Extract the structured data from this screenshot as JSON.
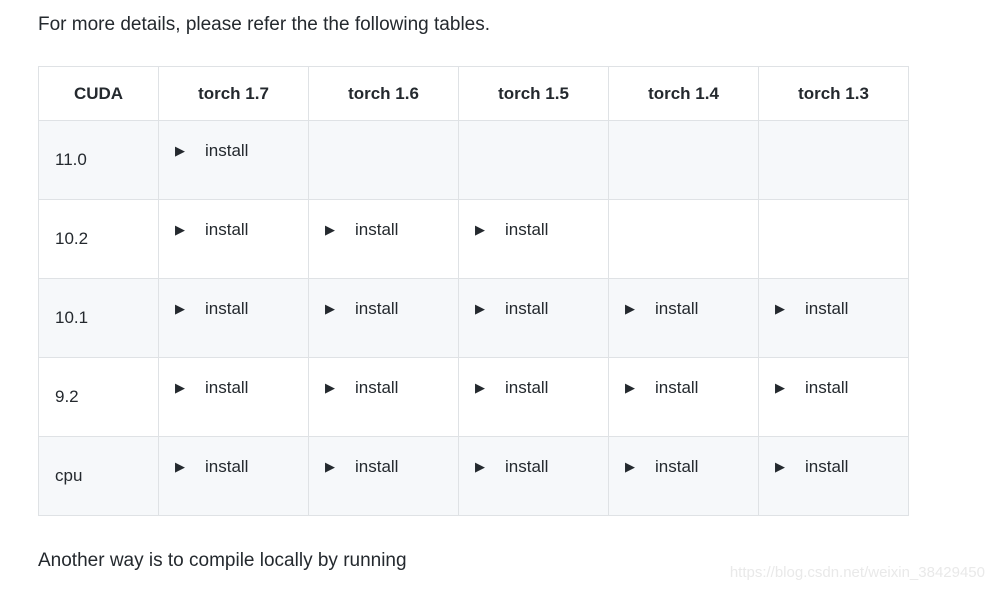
{
  "intro_text": "For more details, please refer the the following tables.",
  "outro_text": "Another way is to compile locally by running",
  "watermark": "https://blog.csdn.net/weixin_38429450",
  "table": {
    "columns": [
      "CUDA",
      "torch 1.7",
      "torch 1.6",
      "torch 1.5",
      "torch 1.4",
      "torch 1.3"
    ],
    "install_label": "install",
    "marker_icon": "▶",
    "rows": [
      {
        "cuda": "11.0",
        "installs": [
          true,
          false,
          false,
          false,
          false
        ]
      },
      {
        "cuda": "10.2",
        "installs": [
          true,
          true,
          true,
          false,
          false
        ]
      },
      {
        "cuda": "10.1",
        "installs": [
          true,
          true,
          true,
          true,
          true
        ]
      },
      {
        "cuda": "9.2",
        "installs": [
          true,
          true,
          true,
          true,
          true
        ]
      },
      {
        "cuda": "cpu",
        "installs": [
          true,
          true,
          true,
          true,
          true
        ]
      }
    ]
  },
  "colors": {
    "stripe": "#f6f8fa",
    "border": "#dfe2e5",
    "text": "#24292e",
    "watermark": "#e9e9e9"
  }
}
